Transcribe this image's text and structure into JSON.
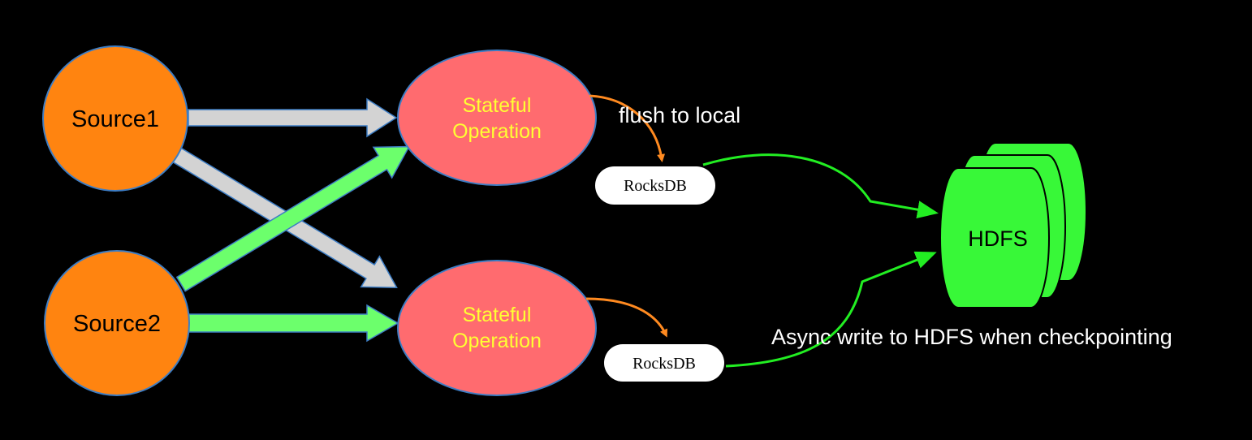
{
  "diagram": {
    "sources": [
      {
        "label": "Source1"
      },
      {
        "label": "Source2"
      }
    ],
    "operations": [
      {
        "line1": "Stateful",
        "line2": "Operation"
      },
      {
        "line1": "Stateful",
        "line2": "Operation"
      }
    ],
    "stores": [
      {
        "label": "RocksDB"
      },
      {
        "label": "RocksDB"
      }
    ],
    "hdfs": {
      "label": "HDFS"
    },
    "annotations": {
      "flush": "flush to local",
      "async": "Async write to HDFS when checkpointing"
    },
    "colors": {
      "background": "#000000",
      "source_fill": "#FF8410",
      "source_stroke": "#3D7DC4",
      "operation_fill": "#FF6B6F",
      "operation_text": "#FFFF33",
      "gray_arrow": "#D3D3D3",
      "green_arrow": "#6CFF6C",
      "flush_arrow": "#FF8A20",
      "hdfs_fill": "#38F838",
      "green_line": "#22EE22",
      "store_fill": "#FFFFFF",
      "text_dark": "#000000",
      "text_light": "#FFFFFF"
    }
  }
}
